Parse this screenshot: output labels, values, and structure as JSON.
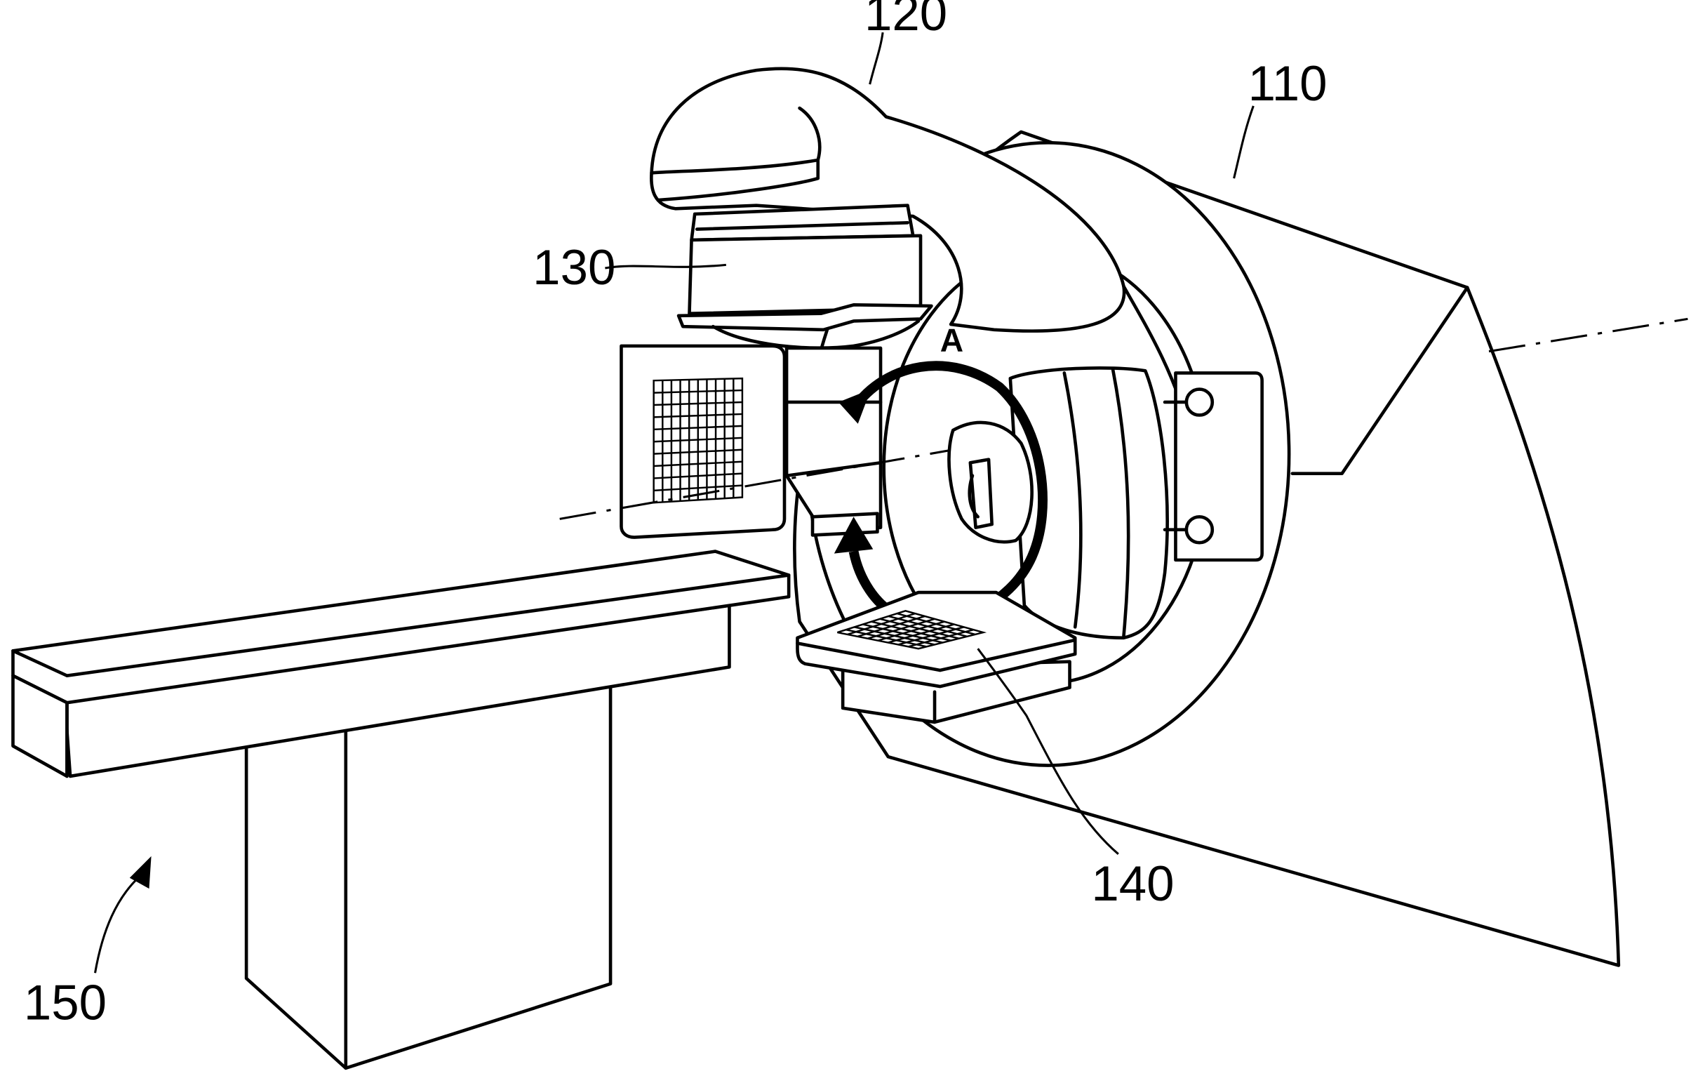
{
  "figure": {
    "labels": {
      "gantry": "110",
      "arm": "120",
      "head": "130",
      "detector": "140",
      "couch": "150",
      "rotation": "A"
    }
  }
}
